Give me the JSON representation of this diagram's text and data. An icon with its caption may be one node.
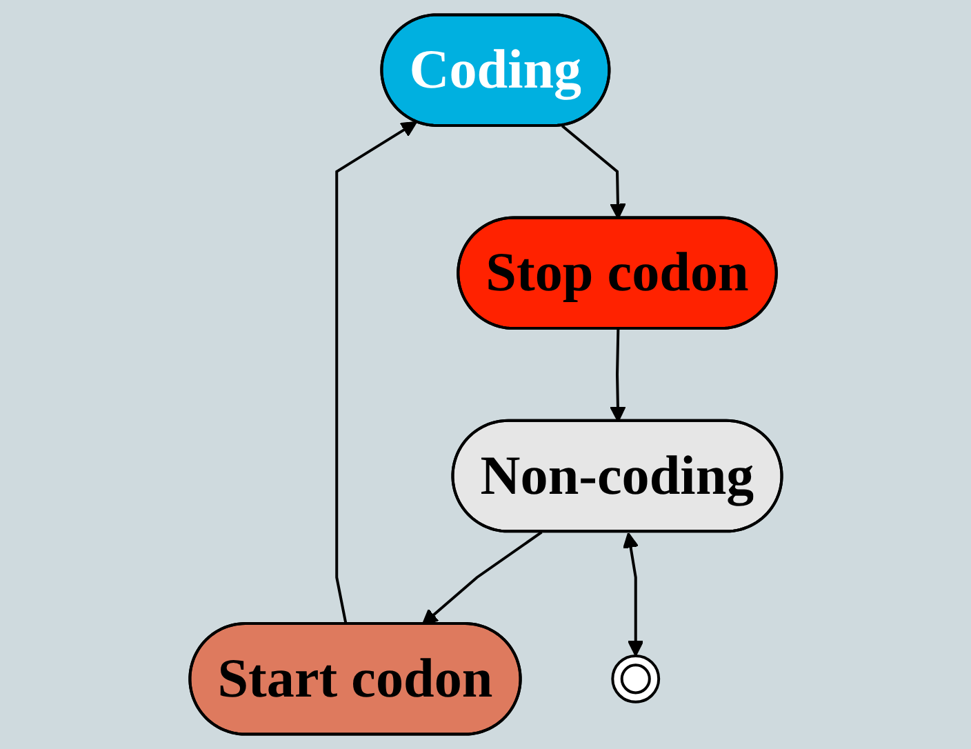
{
  "diagram": {
    "nodes": [
      {
        "text": [
          "Coding"
        ]
      },
      {
        "text": [
          "Start codon"
        ]
      },
      {
        "text": [
          "Stop codon"
        ]
      },
      {
        "text": [
          "Non-coding"
        ]
      },
      {
        "text": [],
        "shape": "circle"
      }
    ],
    "edges": [
      {
        "from": 1,
        "to": 0,
        "arrow": "to"
      },
      {
        "from": 0,
        "to": 2,
        "arrow": "to"
      },
      {
        "from": 2,
        "to": 3,
        "arrow": "to"
      },
      {
        "from": 3,
        "to": 1,
        "arrow": "to"
      },
      {
        "from": 3,
        "to": 4,
        "arrow": "both"
      }
    ]
  }
}
